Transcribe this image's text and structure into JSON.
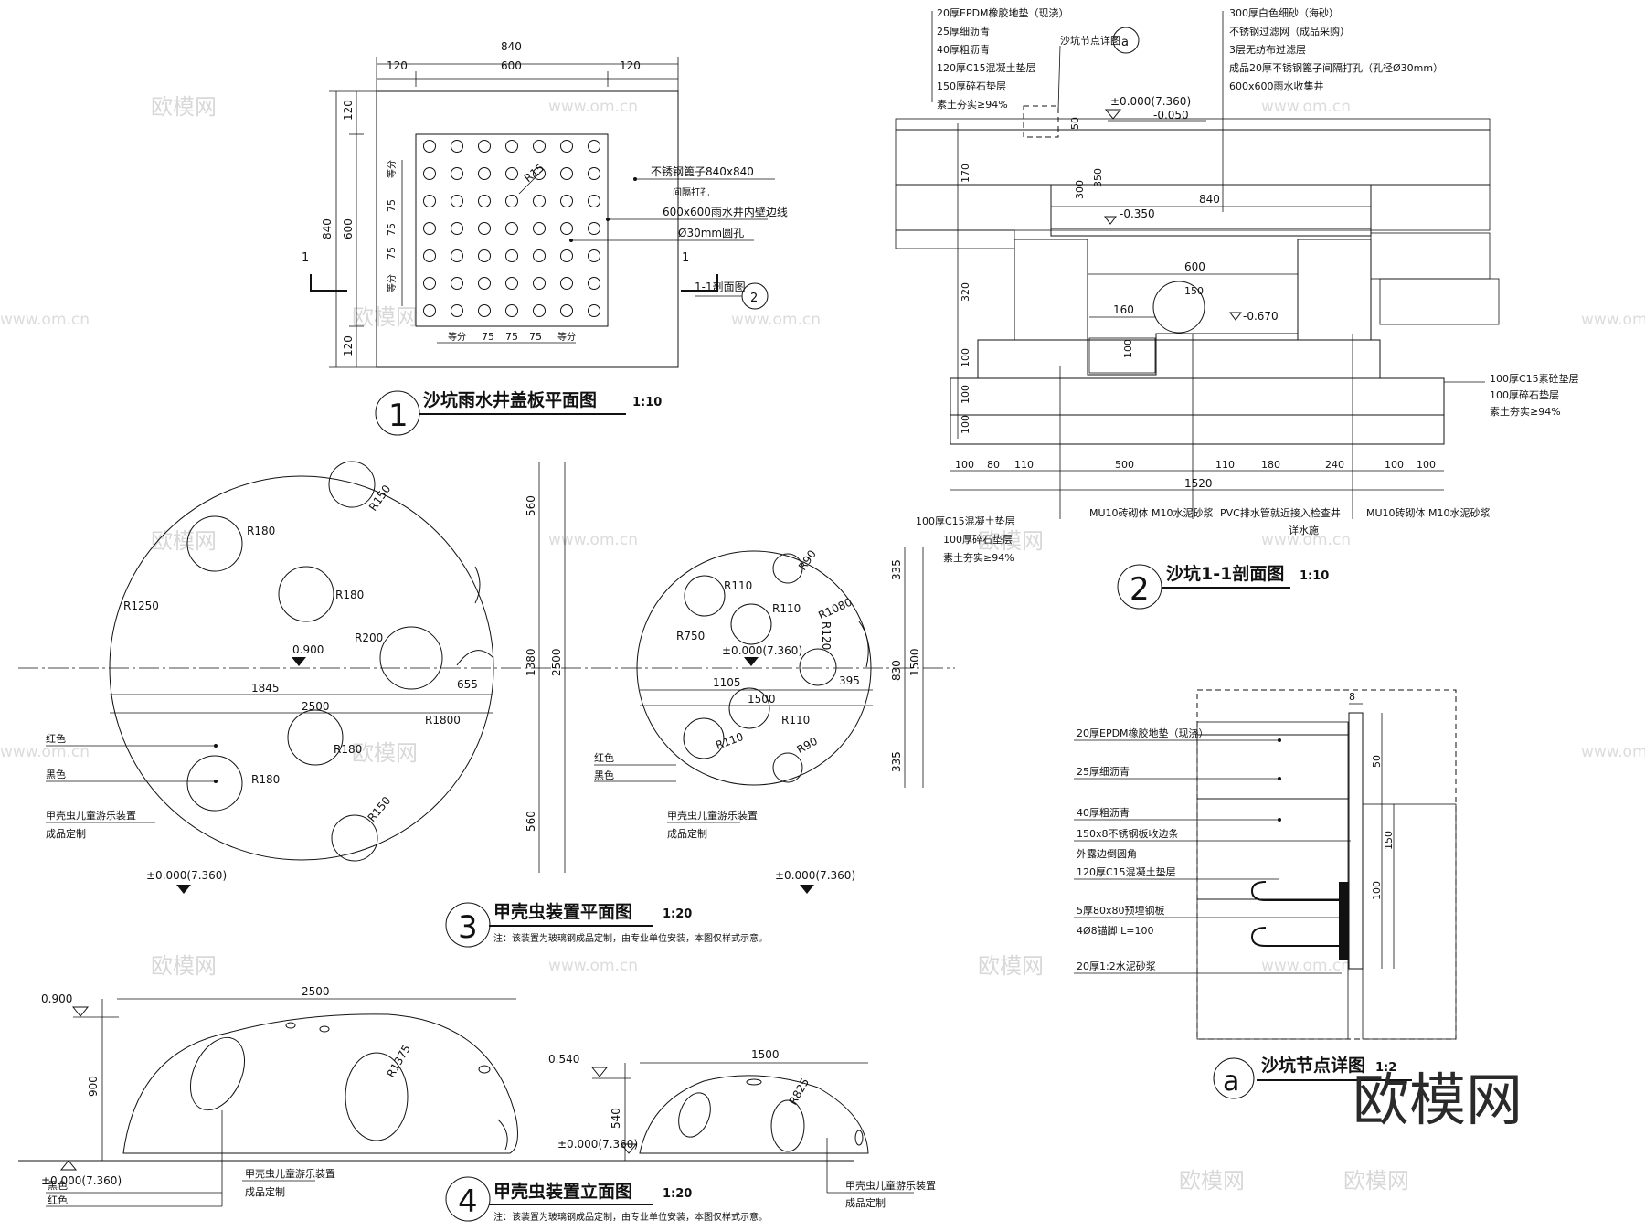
{
  "watermark": {
    "brand": "欧模网",
    "url": "www.om.cn"
  },
  "drawing1": {
    "num": "1",
    "title": "沙坑雨水井盖板平面图",
    "scale": "1:10",
    "dim_top_total": "840",
    "dim_top_parts": [
      "120",
      "600",
      "120"
    ],
    "dim_left_total": "840",
    "dim_left_parts": [
      "120",
      "600",
      "120"
    ],
    "dim_inner_v": [
      "等分",
      "75",
      "75",
      "75",
      "等分"
    ],
    "dim_inner_h": [
      "等分",
      "75",
      "75",
      "75",
      "等分"
    ],
    "radius": "R15",
    "section_mark": "1",
    "notes": [
      "不锈钢篦子840x840",
      "间隔打孔",
      "600x600雨水井内壁边线",
      "Ø30mm圆孔"
    ],
    "section_ref": "1-1剖面图",
    "section_ref_num": "2"
  },
  "drawing2": {
    "num": "2",
    "title": "沙坑1-1剖面图",
    "scale": "1:10",
    "detail_ref_label": "沙坑节点详图",
    "detail_ref_num": "a",
    "left_notes": [
      "20厚EPDM橡胶地垫（现浇）",
      "25厚细沥青",
      "40厚粗沥青",
      "120厚C15混凝土垫层",
      "150厚碎石垫层",
      "素土夯实≥94%"
    ],
    "right_notes": [
      "300厚白色细砂（海砂）",
      "不锈钢过滤网（成品采购）",
      "3层无纺布过滤层",
      "成品20厚不锈钢篦子间隔打孔（孔径Ø30mm）",
      "600x600雨水收集井"
    ],
    "elevations": [
      "±0.000(7.360)",
      "-0.050",
      "-0.350",
      "-0.670"
    ],
    "dims_inner": [
      "840",
      "600",
      "160",
      "150",
      "100"
    ],
    "dims_left_v": [
      "170",
      "300",
      "50",
      "350",
      "320",
      "100",
      "100",
      "100"
    ],
    "dims_bottom": [
      "100",
      "80",
      "110",
      "500",
      "110",
      "180",
      "240",
      "100",
      "100"
    ],
    "dim_bottom_total": "1520",
    "right_layer_notes": [
      "100厚C15素砼垫层",
      "100厚碎石垫层",
      "素土夯实≥94%"
    ],
    "bottom_left_notes": [
      "100厚C15混凝土垫层",
      "100厚碎石垫层",
      "素土夯实≥94%"
    ],
    "bottom_notes": [
      "MU10砖砌体 M10水泥砂浆",
      "PVC排水管就近接入检查井",
      "详水施",
      "MU10砖砌体 M10水泥砂浆"
    ]
  },
  "drawing3": {
    "num": "3",
    "title": "甲壳虫装置平面图",
    "scale": "1:20",
    "note": "注：该装置为玻璃钢成品定制，由专业单位安装，本图仅样式示意。",
    "large": {
      "radii": [
        "R180",
        "R150",
        "R180",
        "R1250",
        "R200",
        "R1800",
        "R180",
        "R180",
        "R150"
      ],
      "level": "0.900",
      "dims": [
        "1845",
        "655",
        "2500"
      ],
      "vdims": [
        "560",
        "1380",
        "560",
        "2500"
      ],
      "labels": [
        "红色",
        "黑色",
        "甲壳虫儿童游乐装置",
        "成品定制"
      ],
      "elev": "±0.000(7.360)"
    },
    "small": {
      "radii": [
        "R110",
        "R90",
        "R110",
        "R1080",
        "R120",
        "R750",
        "R110",
        "R110",
        "R90"
      ],
      "level": "±0.000(7.360)",
      "dims": [
        "1105",
        "395",
        "1500"
      ],
      "vdims": [
        "335",
        "830",
        "335",
        "1500"
      ],
      "labels": [
        "红色",
        "黑色",
        "甲壳虫儿童游乐装置",
        "成品定制"
      ],
      "elev": "±0.000(7.360)"
    }
  },
  "drawing4": {
    "num": "4",
    "title": "甲壳虫装置立面图",
    "scale": "1:20",
    "note": "注：该装置为玻璃钢成品定制，由专业单位安装，本图仅样式示意。",
    "large": {
      "level": "0.900",
      "width": "2500",
      "height": "900",
      "radius": "R1375",
      "base": "±0.000(7.360)",
      "labels": [
        "黑色",
        "红色",
        "甲壳虫儿童游乐装置",
        "成品定制"
      ]
    },
    "small": {
      "level": "0.540",
      "width": "1500",
      "height": "540",
      "radius": "R825",
      "base": "±0.000(7.360)",
      "labels": [
        "甲壳虫儿童游乐装置",
        "成品定制"
      ]
    }
  },
  "detail_a": {
    "num": "a",
    "title": "沙坑节点详图",
    "scale": "1:2",
    "notes": [
      "20厚EPDM橡胶地垫（现浇）",
      "25厚细沥青",
      "40厚粗沥青",
      "150x8不锈钢板收边条",
      "外露边倒圆角",
      "120厚C15混凝土垫层",
      "5厚80x80预埋钢板",
      "4Ø8锚脚 L=100",
      "20厚1:2水泥砂浆"
    ],
    "dims": [
      "8",
      "50",
      "150",
      "100"
    ]
  }
}
